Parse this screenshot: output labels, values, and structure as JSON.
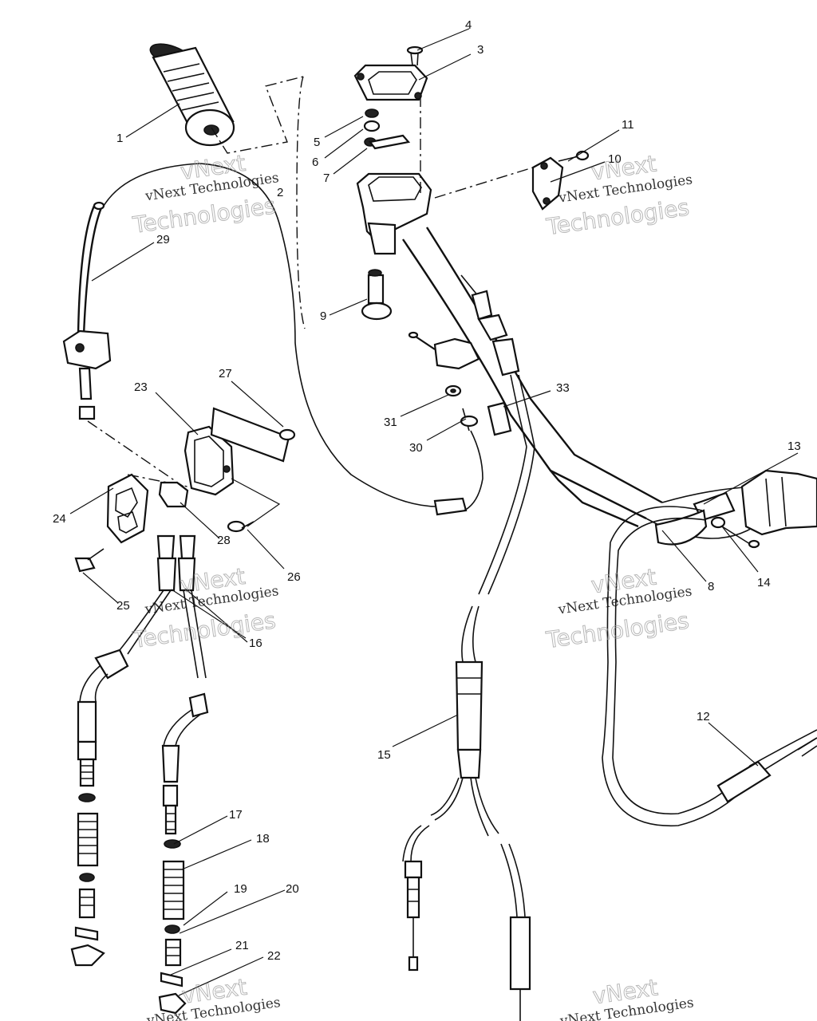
{
  "watermark": {
    "line1": "vNext Technologies",
    "line2": "Technologies",
    "line3": "vNext"
  },
  "callouts": [
    "1",
    "2",
    "3",
    "4",
    "5",
    "6",
    "7",
    "8",
    "9",
    "10",
    "11",
    "12",
    "13",
    "14",
    "15",
    "16",
    "17",
    "18",
    "19",
    "20",
    "21",
    "22",
    "23",
    "24",
    "25",
    "26",
    "27",
    "28",
    "29",
    "30",
    "31",
    "33"
  ]
}
